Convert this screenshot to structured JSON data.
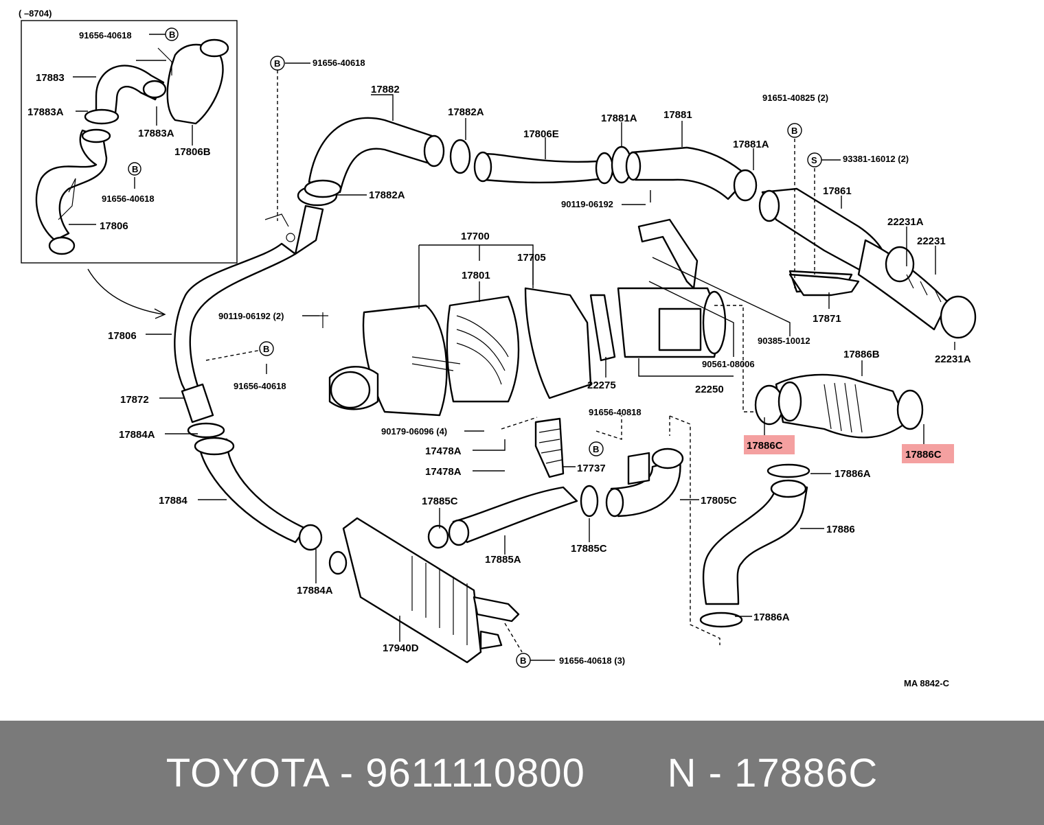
{
  "diagram": {
    "inset_range": "(      –8704)",
    "labels": {
      "p17883": "17883",
      "p17883A_1": "17883A",
      "p17883A_2": "17883A",
      "p17806B": "17806B",
      "p17806_inset": "17806",
      "p91656_40618_inset1": "91656-40618",
      "p91656_40618_inset2": "91656-40618",
      "p91656_40618_top": "91656-40618",
      "p17882": "17882",
      "p17882A_1": "17882A",
      "p17882A_2": "17882A",
      "p17806E": "17806E",
      "p17881A_1": "17881A",
      "p17881": "17881",
      "p17881A_2": "17881A",
      "p91651": "91651-40825 (2)",
      "p93381": "93381-16012 (2)",
      "p17861": "17861",
      "p22231A_1": "22231A",
      "p22231": "22231",
      "p22231A_2": "22231A",
      "p17871": "17871",
      "p90385": "90385-10012",
      "p90119_a": "90119-06192",
      "p90119_b": "90119-06192 (2)",
      "p17700": "17700",
      "p17801": "17801",
      "p17705": "17705",
      "p17806": "17806",
      "p91656_mid": "91656-40618",
      "p17872": "17872",
      "p17884A_1": "17884A",
      "p17884": "17884",
      "p17884A_2": "17884A",
      "p22275": "22275",
      "p90561": "90561-08006",
      "p22250": "22250",
      "p17886B": "17886B",
      "p17886C_1": "17886C",
      "p17886C_2": "17886C",
      "p17886A_1": "17886A",
      "p17886": "17886",
      "p17886A_2": "17886A",
      "p90179": "90179-06096 (4)",
      "p17478A_1": "17478A",
      "p17478A_2": "17478A",
      "p91656_40818": "91656-40818",
      "p17737": "17737",
      "p17885C_1": "17885C",
      "p17885A": "17885A",
      "p17885C_2": "17885C",
      "p17805C": "17805C",
      "p17940D": "17940D",
      "p91656_bottom": "91656-40618 (3)",
      "ref": "MA  8842-C"
    },
    "symbols": {
      "b": "B",
      "s": "S"
    },
    "highlight_color": "#f4a0a0"
  },
  "footer": {
    "text": "TOYOTA - 9611110800       N - 17886C",
    "background": "#7a7a7a"
  }
}
